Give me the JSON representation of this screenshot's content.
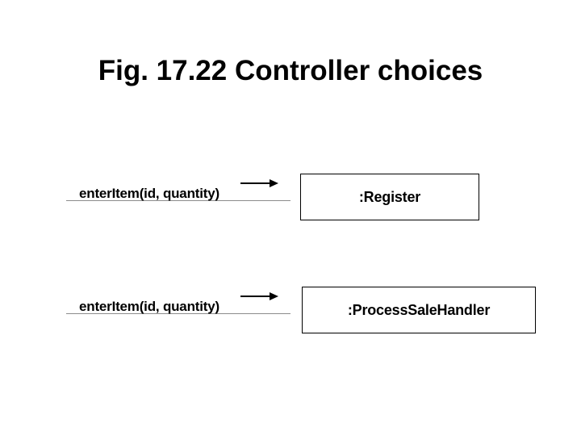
{
  "slide": {
    "title": "Fig. 17.22 Controller choices",
    "background_color": "#ffffff",
    "text_color": "#000000",
    "line_color": "#8c8c8c"
  },
  "diagrams": [
    {
      "id": "controller-choice-1",
      "message_label": "enterItem(id, quantity)",
      "object_label": ":Register"
    },
    {
      "id": "controller-choice-2",
      "message_label": "enterItem(id, quantity)",
      "object_label": ":ProcessSaleHandler"
    }
  ]
}
